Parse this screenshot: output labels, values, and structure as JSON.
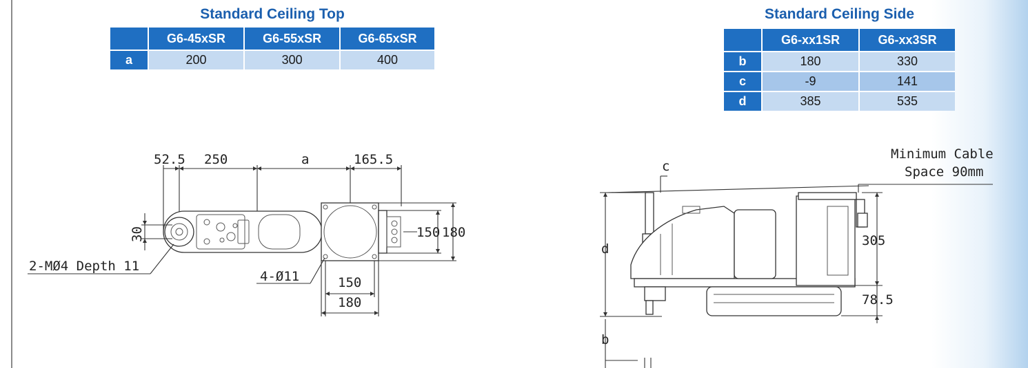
{
  "top_table": {
    "title": "Standard Ceiling Top",
    "headers": [
      "",
      "G6-45xSR",
      "G6-55xSR",
      "G6-65xSR"
    ],
    "rows": [
      {
        "key": "a",
        "values": [
          "200",
          "300",
          "400"
        ]
      }
    ]
  },
  "side_table": {
    "title": "Standard Ceiling Side",
    "headers": [
      "",
      "G6-xx1SR",
      "G6-xx3SR"
    ],
    "rows": [
      {
        "key": "b",
        "values": [
          "180",
          "330"
        ]
      },
      {
        "key": "c",
        "values": [
          "-9",
          "141"
        ]
      },
      {
        "key": "d",
        "values": [
          "385",
          "535"
        ]
      }
    ]
  },
  "top_view": {
    "dim_52_5": "52.5",
    "dim_250": "250",
    "dim_a": "a",
    "dim_165_5": "165.5",
    "dim_30": "30",
    "dim_150_right": "150",
    "dim_180_right": "180",
    "dim_150_bottom": "150",
    "dim_180_bottom": "180",
    "hole_callout": "2-MØ4 Depth 11",
    "mount_callout": "4-Ø11"
  },
  "side_view": {
    "label_c": "c",
    "label_d": "d",
    "label_b": "b",
    "cable_note_line1": "Minimum Cable",
    "cable_note_line2": "Space 90mm",
    "dim_305": "305",
    "dim_78_5": "78.5"
  }
}
